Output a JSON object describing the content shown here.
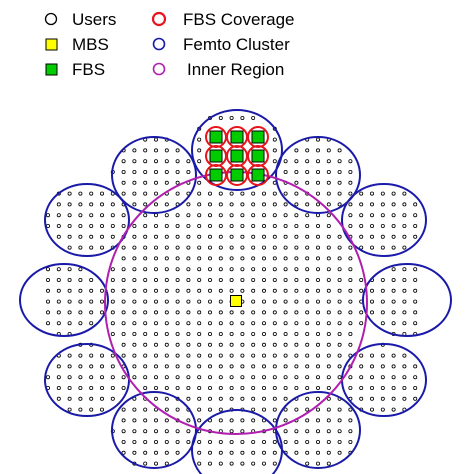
{
  "legend": {
    "users": "Users",
    "mbs": "MBS",
    "fbs": "FBS",
    "fbs_coverage": "FBS Coverage",
    "femto_cluster": "Femto Cluster",
    "inner_region": "Inner Region"
  },
  "colors": {
    "user": "#000000",
    "mbs_fill": "#ffff00",
    "fbs_fill": "#00cc00",
    "fbs_coverage": "#e8141c",
    "femto_cluster": "#1a1aa8",
    "inner_region": "#b020b0"
  },
  "diagram": {
    "femto_cluster_count": 12,
    "fbs_grid": "3x3",
    "mbs_count": 1
  }
}
